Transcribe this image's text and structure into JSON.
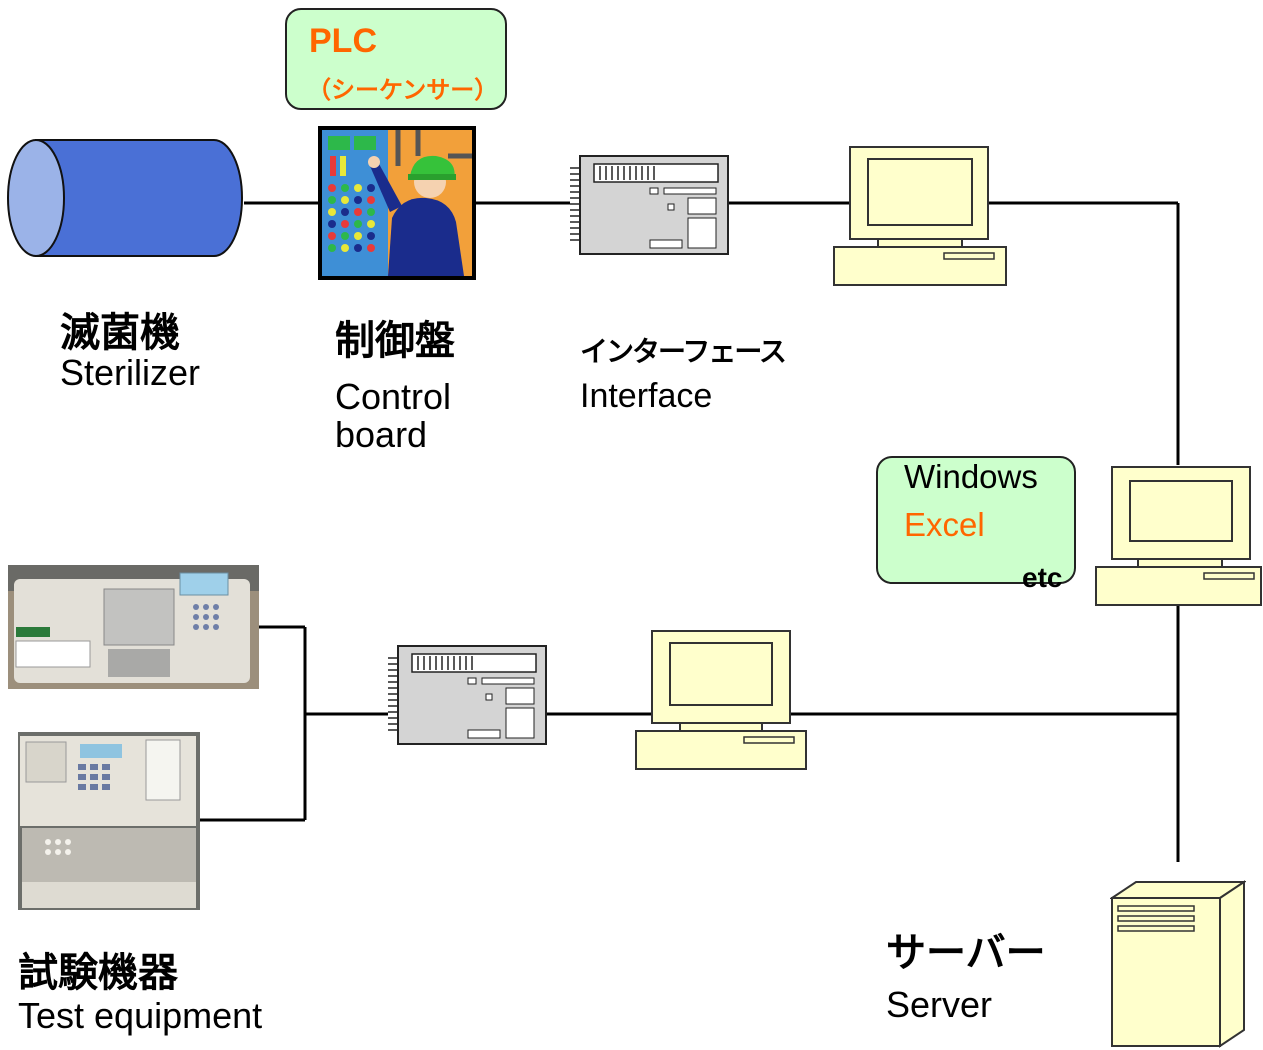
{
  "plc_callout": {
    "line1": "PLC",
    "line2": "（シーケンサー）",
    "color": "#ff6600"
  },
  "sterilizer": {
    "jp": "滅菌機",
    "en": "Sterilizer"
  },
  "control_board": {
    "jp": "制御盤",
    "en_line1": "Control",
    "en_line2": "board"
  },
  "interface": {
    "jp": "インターフェース",
    "en": "Interface"
  },
  "software_callout": {
    "windows": "Windows",
    "excel": "Excel",
    "etc": "etc"
  },
  "test_equipment": {
    "jp": "試験機器",
    "en": "Test equipment"
  },
  "server": {
    "jp": "サーバー",
    "en": "Server"
  },
  "colors": {
    "bubble_fill": "#ccffcc",
    "accent": "#ff6600",
    "pc_fill": "#ffffcc",
    "interface_fill": "#d0d0d0",
    "sterilizer_fill": "#4f73d9"
  },
  "icons": {
    "sterilizer": "cylinder-tank-icon",
    "control_board": "worker-at-control-panel-icon",
    "interface": "interface-module-icon",
    "pc": "desktop-computer-icon",
    "server": "server-tower-icon",
    "test_equipment": "lab-analyzer-photo"
  }
}
